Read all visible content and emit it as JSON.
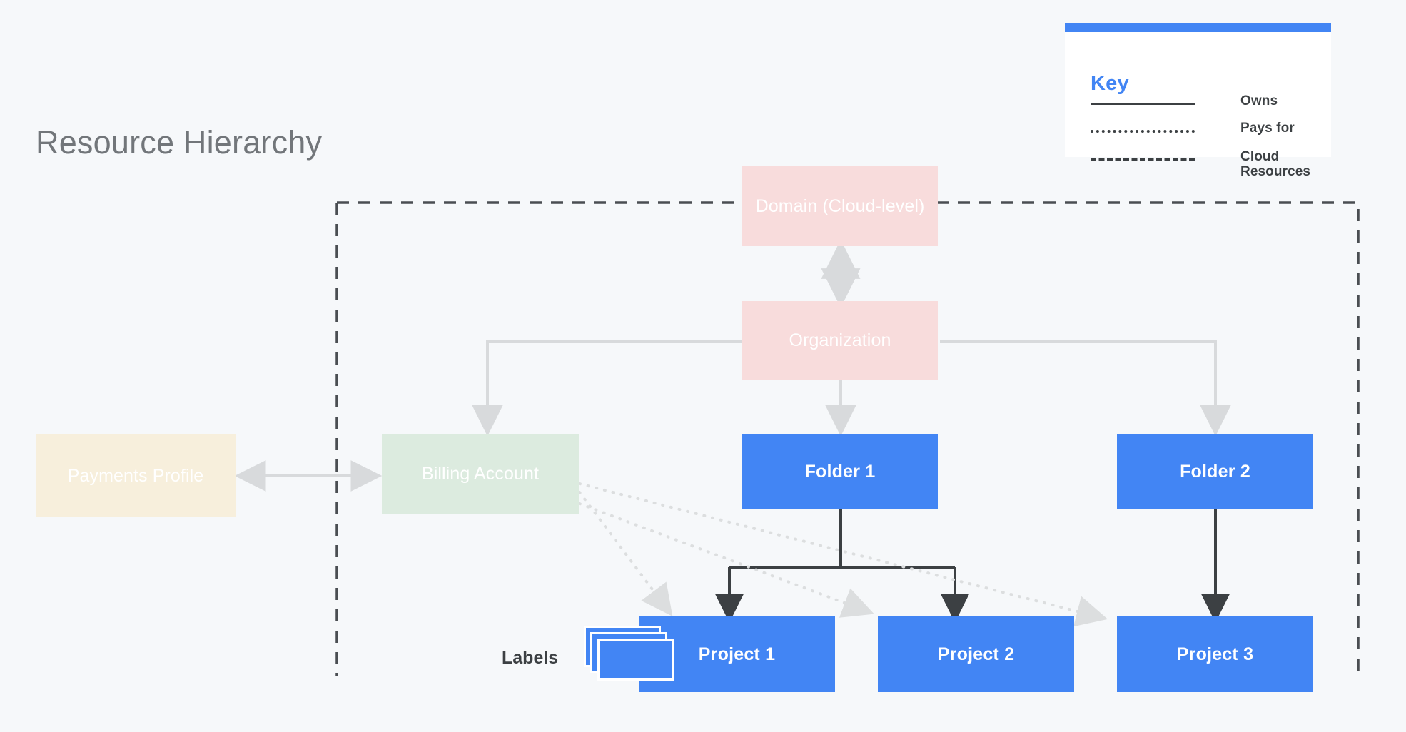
{
  "page": {
    "title": "Resource Hierarchy",
    "background_color": "#f6f8fa"
  },
  "colors": {
    "blue": "#4285f4",
    "pink": "#f8dcdc",
    "green": "#dcebdf",
    "cream": "#f7efdc",
    "title_gray": "#72767a",
    "edge_gray": "#d8dadc",
    "edge_dark": "#3c4043",
    "node_text_light": "#ffffff"
  },
  "key": {
    "title": "Key",
    "accent_color": "#4285f4",
    "rows": [
      {
        "style": "solid",
        "label": "Owns"
      },
      {
        "style": "dotted",
        "label": "Pays for"
      },
      {
        "style": "dashed",
        "label": "Cloud Resources"
      }
    ]
  },
  "nodes": {
    "domain": {
      "label": "Domain (Cloud-level)",
      "color": "#f8dcdc",
      "text_color": "#ffffff"
    },
    "organization": {
      "label": "Organization",
      "color": "#f8dcdc",
      "text_color": "#ffffff"
    },
    "payments_profile": {
      "label": "Payments Profile",
      "color": "#f7efdc",
      "text_color": "#ffffff"
    },
    "billing_account": {
      "label": "Billing Account",
      "color": "#dcebdf",
      "text_color": "#ffffff"
    },
    "folder1": {
      "label": "Folder 1",
      "color": "#4285f4",
      "text_color": "#ffffff"
    },
    "folder2": {
      "label": "Folder 2",
      "color": "#4285f4",
      "text_color": "#ffffff"
    },
    "project1": {
      "label": "Project 1",
      "color": "#4285f4",
      "text_color": "#ffffff"
    },
    "project2": {
      "label": "Project 2",
      "color": "#4285f4",
      "text_color": "#ffffff"
    },
    "project3": {
      "label": "Project 3",
      "color": "#4285f4",
      "text_color": "#ffffff"
    }
  },
  "labels_group": {
    "text": "Labels",
    "card_count": 3
  },
  "boundary": {
    "style": "dashed",
    "meaning": "Cloud Resources"
  },
  "edges": [
    {
      "from": "domain",
      "to": "organization",
      "style": "solid",
      "relation": "Owns",
      "arrows": "both"
    },
    {
      "from": "organization",
      "to": "billing_account",
      "style": "solid",
      "relation": "Owns",
      "arrows": "to"
    },
    {
      "from": "organization",
      "to": "folder1",
      "style": "solid",
      "relation": "Owns",
      "arrows": "to"
    },
    {
      "from": "organization",
      "to": "folder2",
      "style": "solid",
      "relation": "Owns",
      "arrows": "to"
    },
    {
      "from": "payments_profile",
      "to": "billing_account",
      "style": "solid",
      "relation": "Owns",
      "arrows": "both"
    },
    {
      "from": "folder1",
      "to": "project1",
      "style": "solid",
      "relation": "Owns",
      "arrows": "to"
    },
    {
      "from": "folder1",
      "to": "project2",
      "style": "solid",
      "relation": "Owns",
      "arrows": "to"
    },
    {
      "from": "folder2",
      "to": "project3",
      "style": "solid",
      "relation": "Owns",
      "arrows": "to"
    },
    {
      "from": "billing_account",
      "to": "project1",
      "style": "dotted",
      "relation": "Pays for",
      "arrows": "to"
    },
    {
      "from": "billing_account",
      "to": "project2",
      "style": "dotted",
      "relation": "Pays for",
      "arrows": "to"
    },
    {
      "from": "billing_account",
      "to": "project3",
      "style": "dotted",
      "relation": "Pays for",
      "arrows": "to"
    }
  ]
}
